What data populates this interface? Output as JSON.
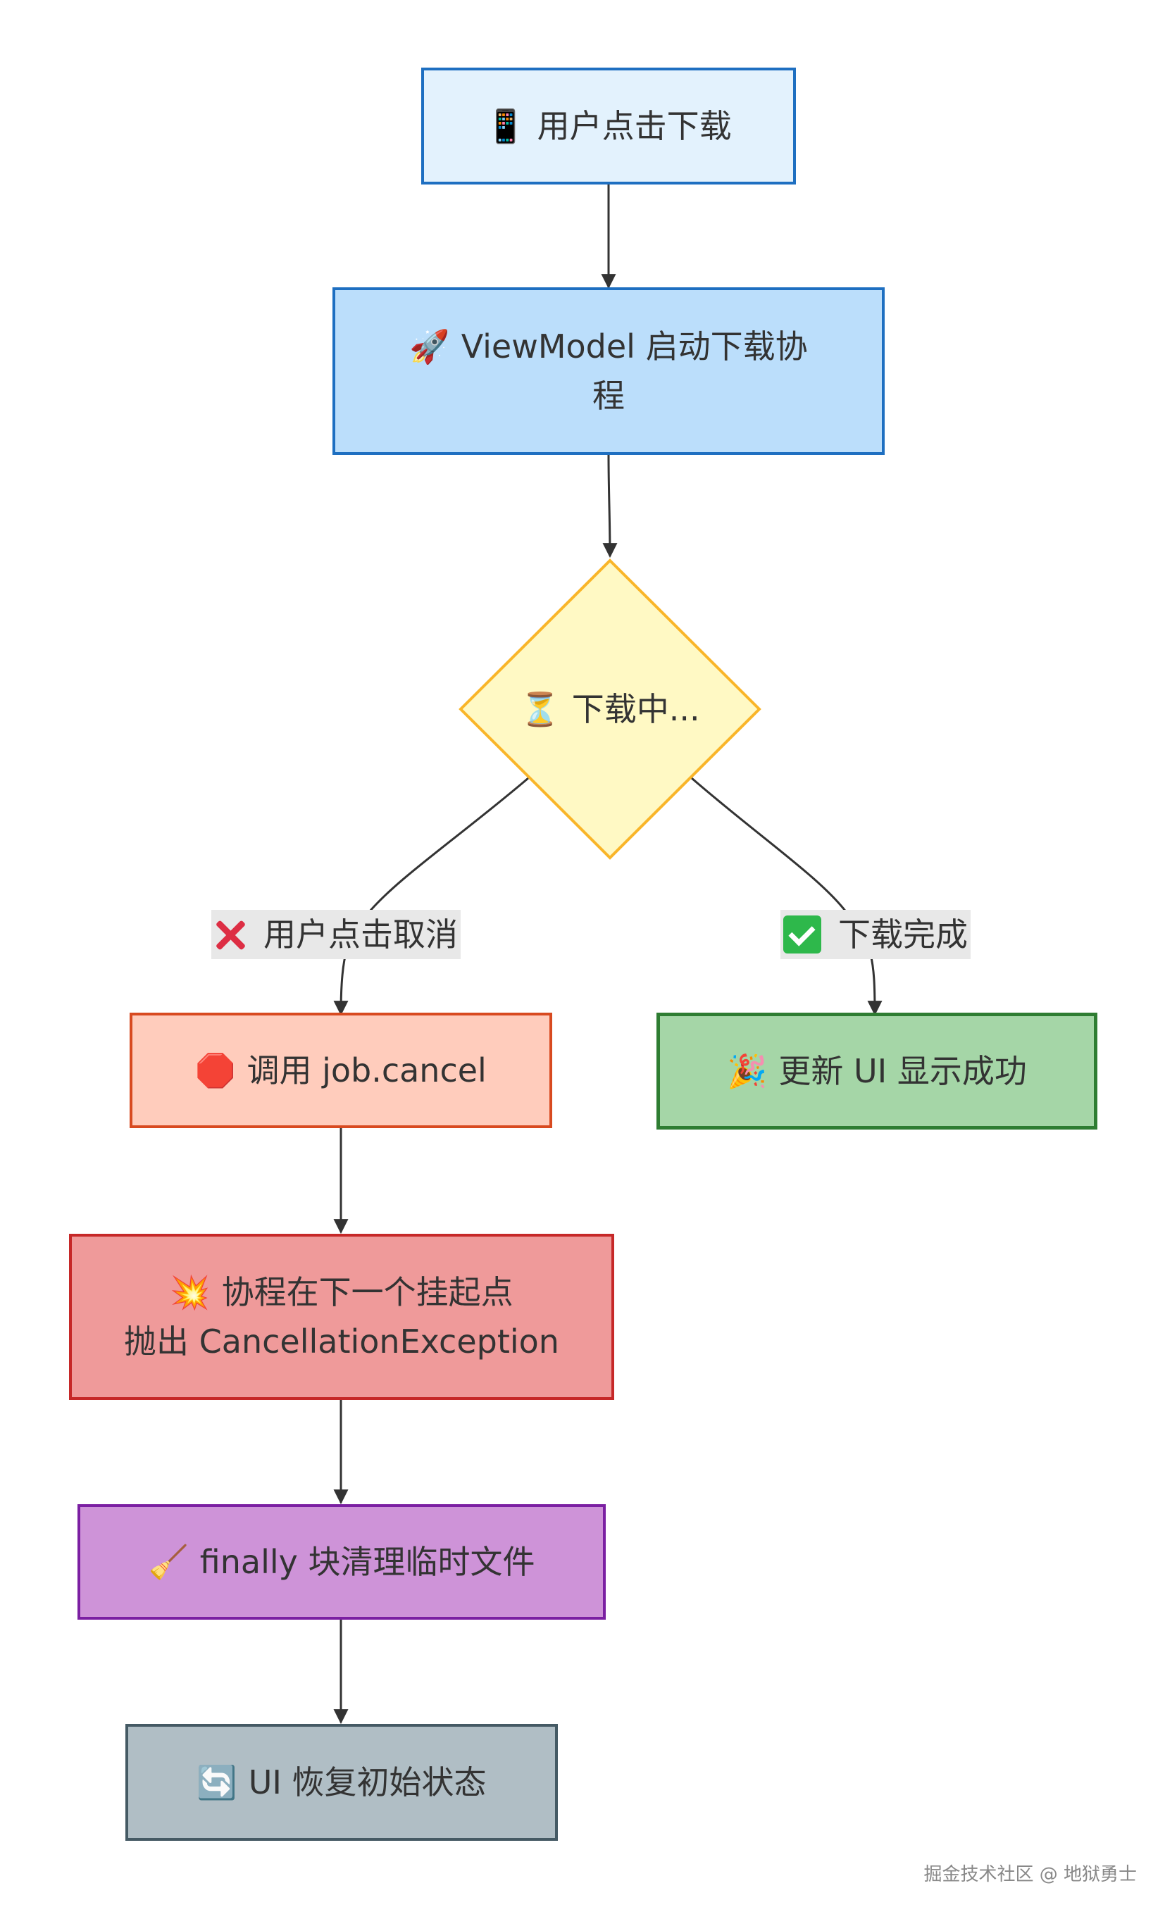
{
  "nodes": {
    "click_download": {
      "icon": "📱",
      "label": "用户点击下载",
      "fill": "#e3f2fd",
      "stroke": "#1e6fc1"
    },
    "start_coroutine": {
      "icon": "🚀",
      "label": "ViewModel 启动下载协程",
      "fill": "#bbdefb",
      "stroke": "#1e6fc1"
    },
    "downloading": {
      "icon": "⏳",
      "label": "下载中...",
      "fill": "#fff9c4",
      "stroke": "#f9b529"
    },
    "call_cancel": {
      "icon": "🛑",
      "label": "调用 job.cancel",
      "fill": "#ffccbc",
      "stroke": "#d84a20"
    },
    "update_success": {
      "icon": "🎉",
      "label": "更新 UI 显示成功",
      "fill": "#a5d6a7",
      "stroke": "#2e7d32"
    },
    "throw_exception": {
      "icon": "💥",
      "line1": "协程在下一个挂起点",
      "line2": "抛出 CancellationException",
      "fill": "#ef9a9a",
      "stroke": "#c62828"
    },
    "finally_cleanup": {
      "icon": "🧹",
      "label": "finally 块清理临时文件",
      "fill": "#ce93d8",
      "stroke": "#7b1fa2"
    },
    "ui_restore": {
      "icon": "🔄",
      "label": "UI 恢复初始状态",
      "fill": "#b0bec5",
      "stroke": "#455a64"
    }
  },
  "edges": {
    "cancel_label": {
      "icon": "cross-mark-icon",
      "text": "用户点击取消"
    },
    "done_label": {
      "icon": "check-mark-icon",
      "text": "下载完成"
    }
  },
  "watermark": "掘金技术社区 @ 地狱勇士"
}
